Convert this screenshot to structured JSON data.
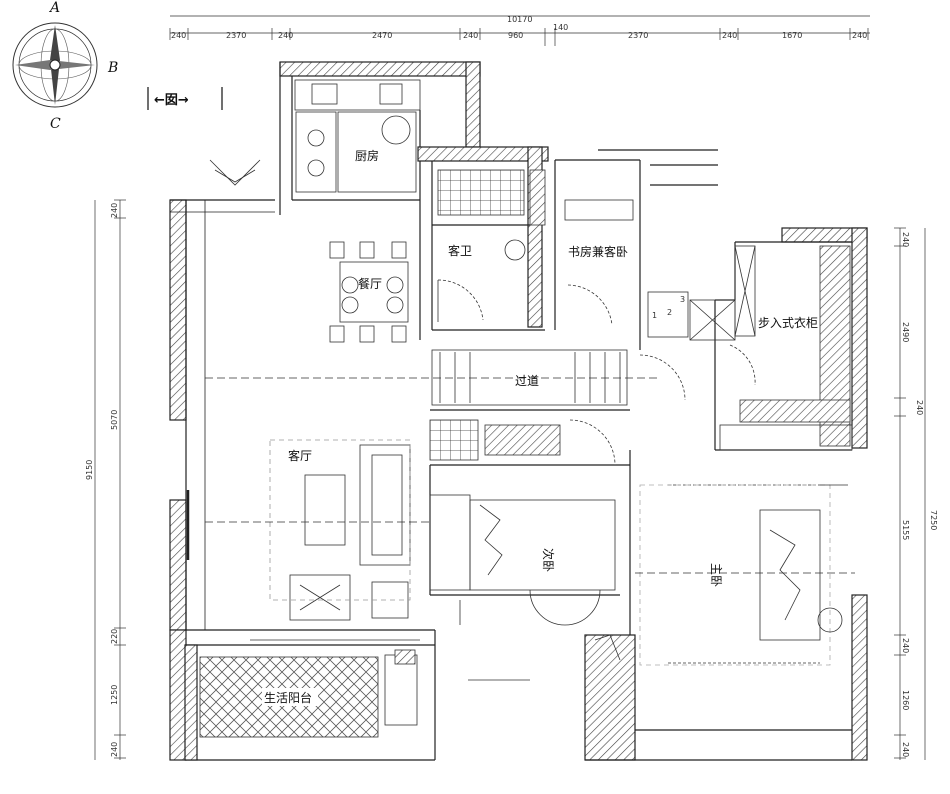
{
  "compass": {
    "a": "A",
    "b": "B",
    "c": "C"
  },
  "direction_marker": "←囡→",
  "top_dimensions": {
    "total": "10170",
    "segments": [
      "240",
      "2370",
      "240",
      "2470",
      "240",
      "960",
      "140",
      "2370",
      "240",
      "1670",
      "240"
    ]
  },
  "left_dimensions": {
    "total": "9150",
    "segments": [
      "240",
      "5070",
      "220",
      "1250",
      "240"
    ]
  },
  "right_dimensions": {
    "total": "7250",
    "segments": [
      "240",
      "2490",
      "240",
      "5155",
      "240",
      "1260",
      "240"
    ]
  },
  "rooms": {
    "kitchen": "厨房",
    "guest_bath": "客卫",
    "study": "书房兼客卧",
    "dining": "餐厅",
    "walk_in_closet": "步入式衣柜",
    "corridor": "过道",
    "living": "客厅",
    "second_bedroom": "次卧",
    "master_bedroom": "主卧",
    "balcony": "生活阳台"
  },
  "stair_numbers": [
    "1",
    "2",
    "3"
  ]
}
